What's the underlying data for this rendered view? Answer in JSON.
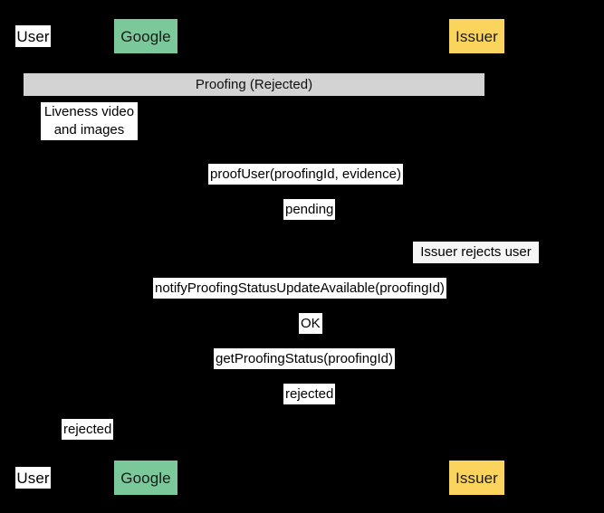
{
  "diagram": {
    "type": "sequence-diagram",
    "background_color": "#000000",
    "participants": [
      {
        "id": "user",
        "label": "User",
        "color": "#ffffff",
        "style": "plain"
      },
      {
        "id": "google",
        "label": "Google",
        "color": "#7bc89a",
        "style": "filled"
      },
      {
        "id": "issuer",
        "label": "Issuer",
        "color": "#fbd45d",
        "style": "filled"
      }
    ],
    "group": {
      "label": "Proofing (Rejected)",
      "color": "#d3d3d3"
    },
    "notes": [
      {
        "id": "liveness",
        "text": "Liveness video\nand images",
        "anchor": "user",
        "color": "#ffffff"
      },
      {
        "id": "issuer-rejects",
        "text": "Issuer rejects user",
        "anchor": "issuer",
        "color": "#f5f5f5"
      }
    ],
    "messages": [
      {
        "index": 1,
        "from": "google",
        "to": "issuer",
        "label": "proofUser(proofingId, evidence)",
        "direction": "right"
      },
      {
        "index": 2,
        "from": "issuer",
        "to": "google",
        "label": "pending",
        "direction": "left"
      },
      {
        "index": 3,
        "from": "issuer",
        "to": "google",
        "label": "notifyProofingStatusUpdateAvailable(proofingId)",
        "direction": "left"
      },
      {
        "index": 4,
        "from": "google",
        "to": "issuer",
        "label": "OK",
        "direction": "right"
      },
      {
        "index": 5,
        "from": "google",
        "to": "issuer",
        "label": "getProofingStatus(proofingId)",
        "direction": "right"
      },
      {
        "index": 6,
        "from": "issuer",
        "to": "google",
        "label": "rejected",
        "direction": "left"
      },
      {
        "index": 7,
        "from": "google",
        "to": "user",
        "label": "rejected",
        "direction": "left"
      }
    ]
  }
}
